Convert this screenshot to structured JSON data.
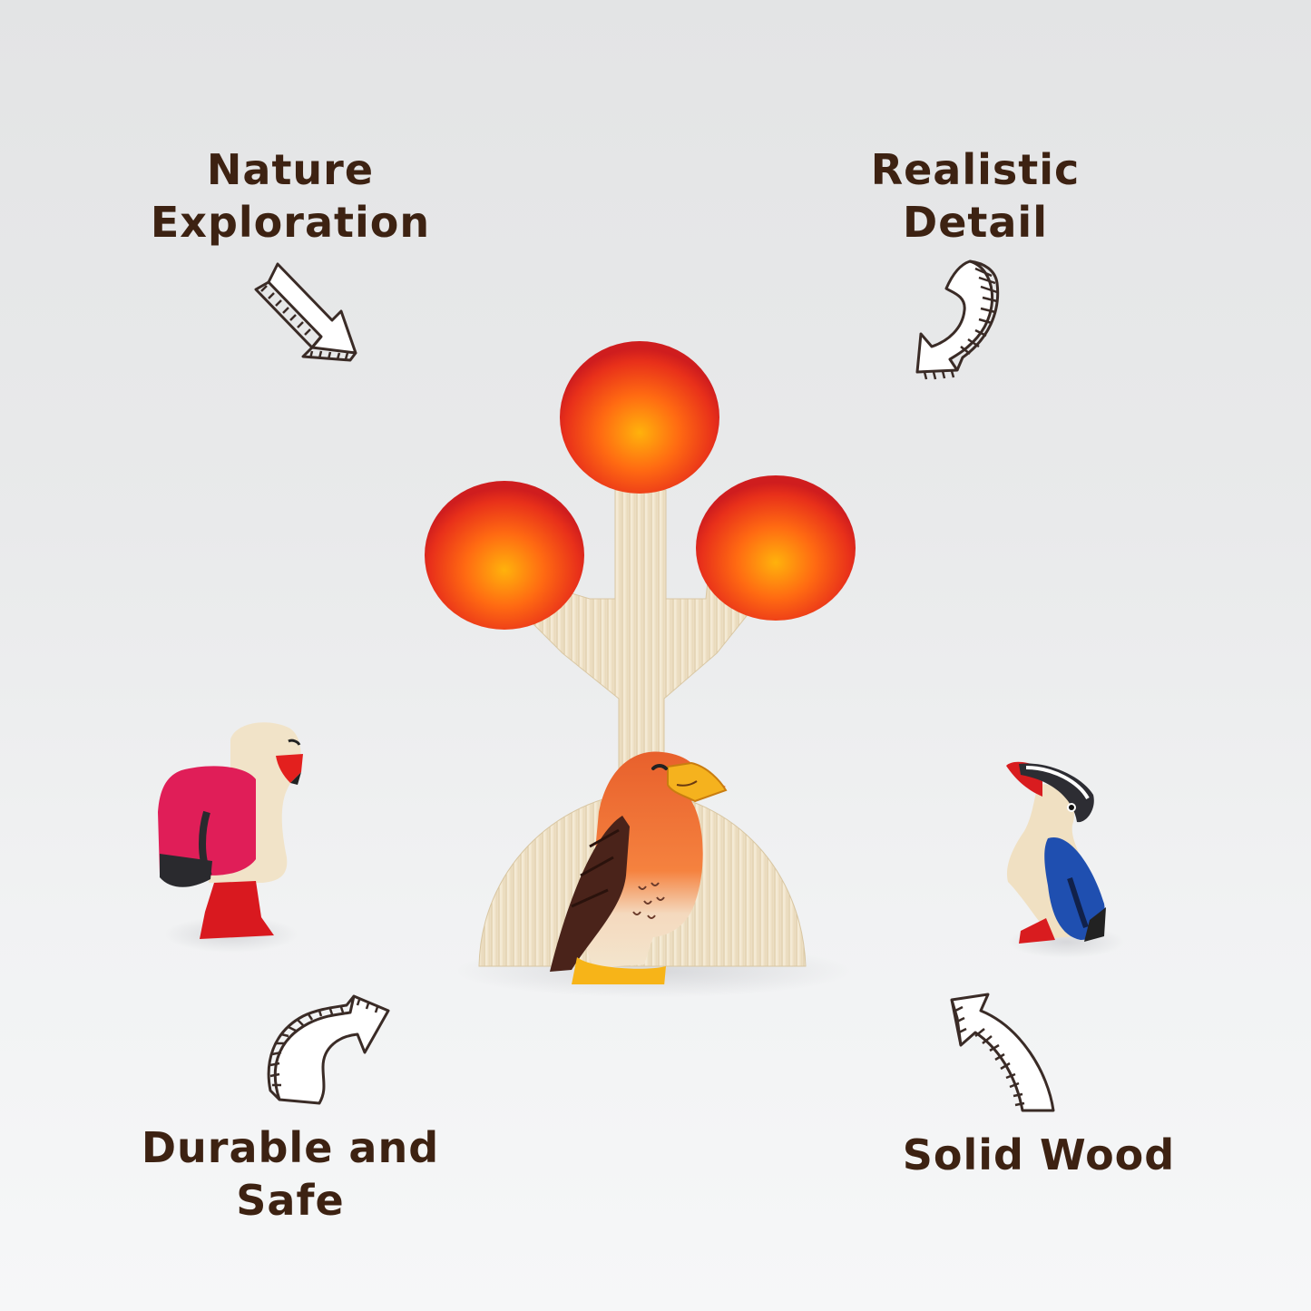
{
  "callouts": {
    "top_left": {
      "line1": "Nature",
      "line2": "Exploration",
      "arrow": "arrow-down-right-icon"
    },
    "top_right": {
      "line1": "Realistic",
      "line2": "Detail",
      "arrow": "curved-arrow-down-left-icon"
    },
    "bottom_left": {
      "line1": "Durable and",
      "line2": "Safe",
      "arrow": "curved-arrow-up-right-icon"
    },
    "bottom_right": {
      "line1": "Solid Wood",
      "arrow": "curved-arrow-up-left-icon"
    }
  },
  "colors": {
    "text": "#3d2212",
    "background": "#e4e5e6",
    "wood": "#f1e6cf",
    "canopy_outer": "#e0261a",
    "canopy_inner": "#ffab0a",
    "robin_orange": "#f0642a",
    "robin_wing": "#4a231a",
    "flamingo_pink": "#e0205a",
    "kingfisher_blue": "#1f4fb0"
  },
  "product": {
    "items": [
      "wooden-tree",
      "robin-figure",
      "flamingo-figure",
      "kingfisher-figure"
    ]
  }
}
